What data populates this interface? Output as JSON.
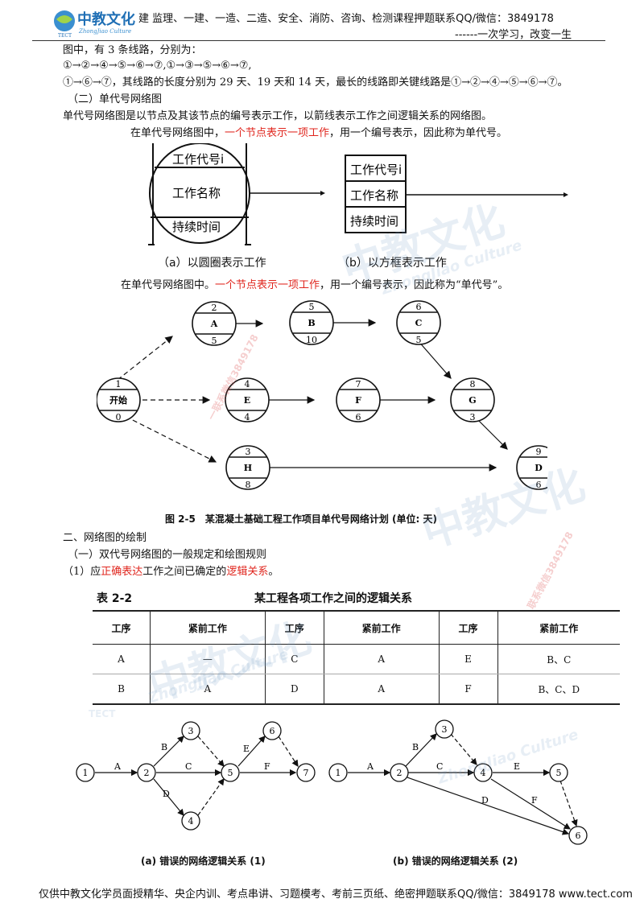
{
  "header": {
    "logo_text": "中教文化",
    "logo_sub": "ZhongJiao Culture",
    "logo_mark": "TECT",
    "ad_text": "建 监理、一建、一造、二造、安全、消防、咨询、检测课程押题联系QQ/微信：3849178",
    "slogan": "------一次学习，改变一生"
  },
  "body": {
    "line1": "图中，有 3 条线路，分别为：",
    "line2": "①→②→④→⑤→⑥→⑦,①→③→⑤→⑥→⑦,",
    "line3": "①→⑥→⑦，其线路的长度分别为 29 天、19 天和 14 天，最长的线路即关键线路是①→②→④→⑤→⑥→⑦。",
    "sec2": "（二）单代号网络图",
    "def": "单代号网络图是以节点及其该节点的编号表示工作，以箭线表示工作之间逻辑关系的网络图。",
    "note1_pre": "在单代号网络图中，",
    "note1_red": "一个节点表示一项工作",
    "note1_post": "，用一个编号表示，因此称为单代号。",
    "node_lbl_code": "工作代号i",
    "node_lbl_name": "工作名称",
    "node_lbl_dur": "持续时间",
    "cap_a": "（a）以圆圈表示工作",
    "cap_b": "（b）以方框表示工作",
    "note2_pre": "在单代号网络图中。",
    "note2_red": "一个节点表示一项工作",
    "note2_post": "，用一个编号表示，因此称为“单代号”。",
    "fig25_caption": "图 2-5　某混凝土基础工程工作项目单代号网络计划 (单位: 天)",
    "part2": "二、网络图的绘制",
    "rule_title": "（一）双代号网络图的一般规定和绘图规则",
    "rule1_pre": "（1）应",
    "rule1_red1": "正确表达",
    "rule1_mid": "工作之间已确定的",
    "rule1_red2": "逻辑关系",
    "rule1_post": "。",
    "table_no": "表 2-2",
    "table_title": "某工程各项工作之间的逻辑关系",
    "fig_err1": "(a) 错误的网络逻辑关系 (1)",
    "fig_err2": "(b) 错误的网络逻辑关系 (2)"
  },
  "table": {
    "headers": [
      "工序",
      "紧前工作",
      "工序",
      "紧前工作",
      "工序",
      "紧前工作"
    ],
    "rows": [
      [
        "A",
        "—",
        "C",
        "A",
        "E",
        "B、C"
      ],
      [
        "B",
        "A",
        "D",
        "A",
        "F",
        "B、C、D"
      ]
    ]
  },
  "network25": {
    "nodes": [
      {
        "id": "1",
        "name": "开始",
        "dur": "0"
      },
      {
        "id": "2",
        "name": "A",
        "dur": "5"
      },
      {
        "id": "5",
        "name": "B",
        "dur": "10"
      },
      {
        "id": "6",
        "name": "C",
        "dur": "5"
      },
      {
        "id": "4",
        "name": "E",
        "dur": "4"
      },
      {
        "id": "7",
        "name": "F",
        "dur": "6"
      },
      {
        "id": "8",
        "name": "G",
        "dur": "3"
      },
      {
        "id": "3",
        "name": "H",
        "dur": "8"
      },
      {
        "id": "9",
        "name": "D",
        "dur": "6"
      }
    ]
  },
  "err1": {
    "nodes": [
      "1",
      "2",
      "3",
      "4",
      "5",
      "6",
      "7"
    ],
    "labels": [
      "A",
      "B",
      "C",
      "D",
      "E",
      "F"
    ]
  },
  "err2": {
    "nodes": [
      "1",
      "2",
      "3",
      "4",
      "5",
      "6"
    ],
    "labels": [
      "A",
      "B",
      "C",
      "D",
      "E",
      "F"
    ]
  },
  "watermarks": {
    "wm_text": "中教文化",
    "wm_sub": "ZhongJiao Culture",
    "wm_mark": "TECT",
    "wm_contact1": "一联系微信3849178",
    "wm_contact2": "联系微信3849178"
  },
  "footer": {
    "text": "仅供中教文化学员面授精华、央企内训、考点串讲、习题模考、考前三页纸、绝密押题联系QQ/微信：3849178 www.tect.com"
  }
}
